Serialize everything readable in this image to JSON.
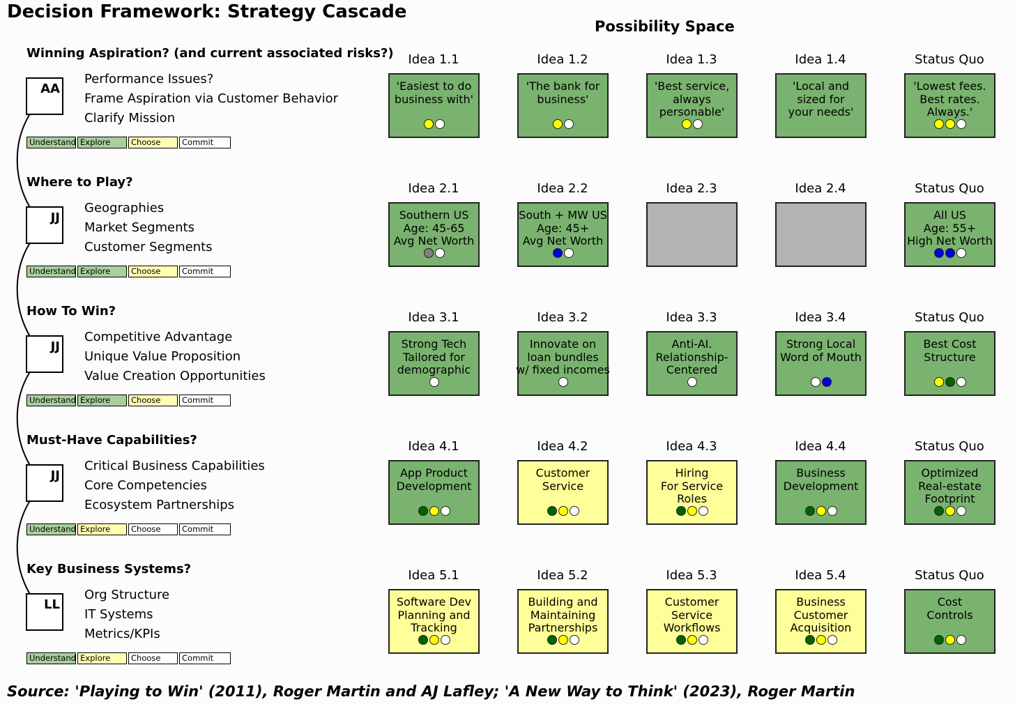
{
  "title": "Decision Framework: Strategy Cascade",
  "possibility_title": "Possibility Space",
  "source": "Source: 'Playing to Win' (2011), Roger Martin and AJ Lafley; 'A New Way to Think' (2023), Roger Martin",
  "top_ticks": [
    "0",
    "20",
    "40",
    "60",
    "80",
    "100",
    "0",
    "20",
    "40",
    "60",
    "80",
    "100"
  ],
  "colors": {
    "green": "#7ab36f",
    "yellow": "#ffff99",
    "gray": "#b3b3b3",
    "stage_green": "#a9cf9c",
    "stage_yellow": "#ffffb3",
    "white": "#ffffff",
    "dot_yellow": "#ffff00",
    "dot_green": "#006400",
    "dot_blue": "#0000e0",
    "dot_gray": "#808080"
  },
  "stage_labels": [
    "Understand",
    "Explore",
    "Choose",
    "Commit"
  ],
  "sections": [
    {
      "title": "Winning Aspiration? (and current associated risks?)",
      "owner": "AA",
      "items": [
        "Performance Issues?",
        "Frame Aspiration via Customer Behavior",
        "Clarify Mission"
      ],
      "stages": [
        "green",
        "green",
        "yellow",
        "white"
      ]
    },
    {
      "title": "Where to Play?",
      "owner": "JJ",
      "items": [
        "Geographies",
        "Market Segments",
        "Customer Segments"
      ],
      "stages": [
        "green",
        "green",
        "yellow",
        "white"
      ]
    },
    {
      "title": "How To Win?",
      "owner": "JJ",
      "items": [
        "Competitive Advantage",
        "Unique Value Proposition",
        "Value Creation Opportunities"
      ],
      "stages": [
        "green",
        "green",
        "yellow",
        "white"
      ]
    },
    {
      "title": "Must-Have Capabilities?",
      "owner": "JJ",
      "items": [
        "Critical Business Capabilities",
        "Core Competencies",
        "Ecosystem Partnerships"
      ],
      "stages": [
        "green",
        "yellow",
        "white",
        "white"
      ]
    },
    {
      "title": "Key Business Systems?",
      "owner": "LL",
      "items": [
        "Org Structure",
        "IT Systems",
        "Metrics/KPIs"
      ],
      "stages": [
        "green",
        "yellow",
        "white",
        "white"
      ]
    }
  ],
  "grid": [
    [
      {
        "label": "Idea 1.1",
        "text": "'Easiest to do\nbusiness with'",
        "color": "green",
        "dots": [
          "yellow",
          "white"
        ]
      },
      {
        "label": "Idea 1.2",
        "text": "'The bank for\nbusiness'",
        "color": "green",
        "dots": [
          "yellow",
          "white"
        ]
      },
      {
        "label": "Idea 1.3",
        "text": "'Best service,\nalways\npersonable'",
        "color": "green",
        "dots": [
          "yellow",
          "white"
        ]
      },
      {
        "label": "Idea 1.4",
        "text": "'Local and\nsized for\nyour needs'",
        "color": "green",
        "dots": []
      },
      {
        "label": "Status Quo",
        "text": "'Lowest fees.\nBest rates.\nAlways.'",
        "color": "green",
        "dots": [
          "yellow",
          "yellow",
          "white"
        ]
      }
    ],
    [
      {
        "label": "Idea 2.1",
        "text": "Southern US\nAge: 45-65\nAvg Net Worth",
        "color": "green",
        "dots": [
          "gray",
          "white"
        ]
      },
      {
        "label": "Idea 2.2",
        "text": "South + MW US\nAge: 45+\nAvg Net Worth",
        "color": "green",
        "dots": [
          "blue",
          "white"
        ]
      },
      {
        "label": "Idea 2.3",
        "text": "",
        "color": "gray",
        "dots": []
      },
      {
        "label": "Idea 2.4",
        "text": "",
        "color": "gray",
        "dots": []
      },
      {
        "label": "Status Quo",
        "text": "All US\nAge: 55+\nHigh Net Worth",
        "color": "green",
        "dots": [
          "blue",
          "blue",
          "white"
        ]
      }
    ],
    [
      {
        "label": "Idea 3.1",
        "text": "Strong Tech\nTailored for\ndemographic",
        "color": "green",
        "dots": [
          "white"
        ]
      },
      {
        "label": "Idea 3.2",
        "text": "Innovate on\nloan bundles\nw/ fixed incomes",
        "color": "green",
        "dots": [
          "white"
        ]
      },
      {
        "label": "Idea 3.3",
        "text": "Anti-AI.\nRelationship-\nCentered",
        "color": "green",
        "dots": [
          "white"
        ]
      },
      {
        "label": "Idea 3.4",
        "text": "Strong Local\nWord of Mouth",
        "color": "green",
        "dots": [
          "white",
          "blue"
        ]
      },
      {
        "label": "Status Quo",
        "text": "Best Cost\nStructure",
        "color": "green",
        "dots": [
          "yellow",
          "green",
          "white"
        ]
      }
    ],
    [
      {
        "label": "Idea 4.1",
        "text": "App Product\nDevelopment",
        "color": "green",
        "dots": [
          "green",
          "yellow",
          "white"
        ]
      },
      {
        "label": "Idea 4.2",
        "text": "Customer\nService",
        "color": "yellow",
        "dots": [
          "green",
          "yellow",
          "white"
        ]
      },
      {
        "label": "Idea 4.3",
        "text": "Hiring\nFor Service\nRoles",
        "color": "yellow",
        "dots": [
          "green",
          "yellow",
          "white"
        ]
      },
      {
        "label": "Idea 4.4",
        "text": "Business\nDevelopment",
        "color": "green",
        "dots": [
          "green",
          "yellow",
          "white"
        ]
      },
      {
        "label": "Status Quo",
        "text": "Optimized\nReal-estate\nFootprint",
        "color": "green",
        "dots": [
          "green",
          "yellow",
          "white"
        ]
      }
    ],
    [
      {
        "label": "Idea 5.1",
        "text": "Software Dev\nPlanning and\nTracking",
        "color": "yellow",
        "dots": [
          "green",
          "yellow",
          "white"
        ]
      },
      {
        "label": "Idea 5.2",
        "text": "Building and\nMaintaining\nPartnerships",
        "color": "yellow",
        "dots": [
          "green",
          "yellow",
          "white"
        ]
      },
      {
        "label": "Idea 5.3",
        "text": "Customer\nService\nWorkflows",
        "color": "yellow",
        "dots": [
          "green",
          "yellow",
          "white"
        ]
      },
      {
        "label": "Idea 5.4",
        "text": "Business\nCustomer\nAcquisition",
        "color": "yellow",
        "dots": [
          "green",
          "yellow",
          "white"
        ]
      },
      {
        "label": "Status Quo",
        "text": "Cost\nControls",
        "color": "green",
        "dots": [
          "green",
          "yellow",
          "white"
        ]
      }
    ]
  ]
}
